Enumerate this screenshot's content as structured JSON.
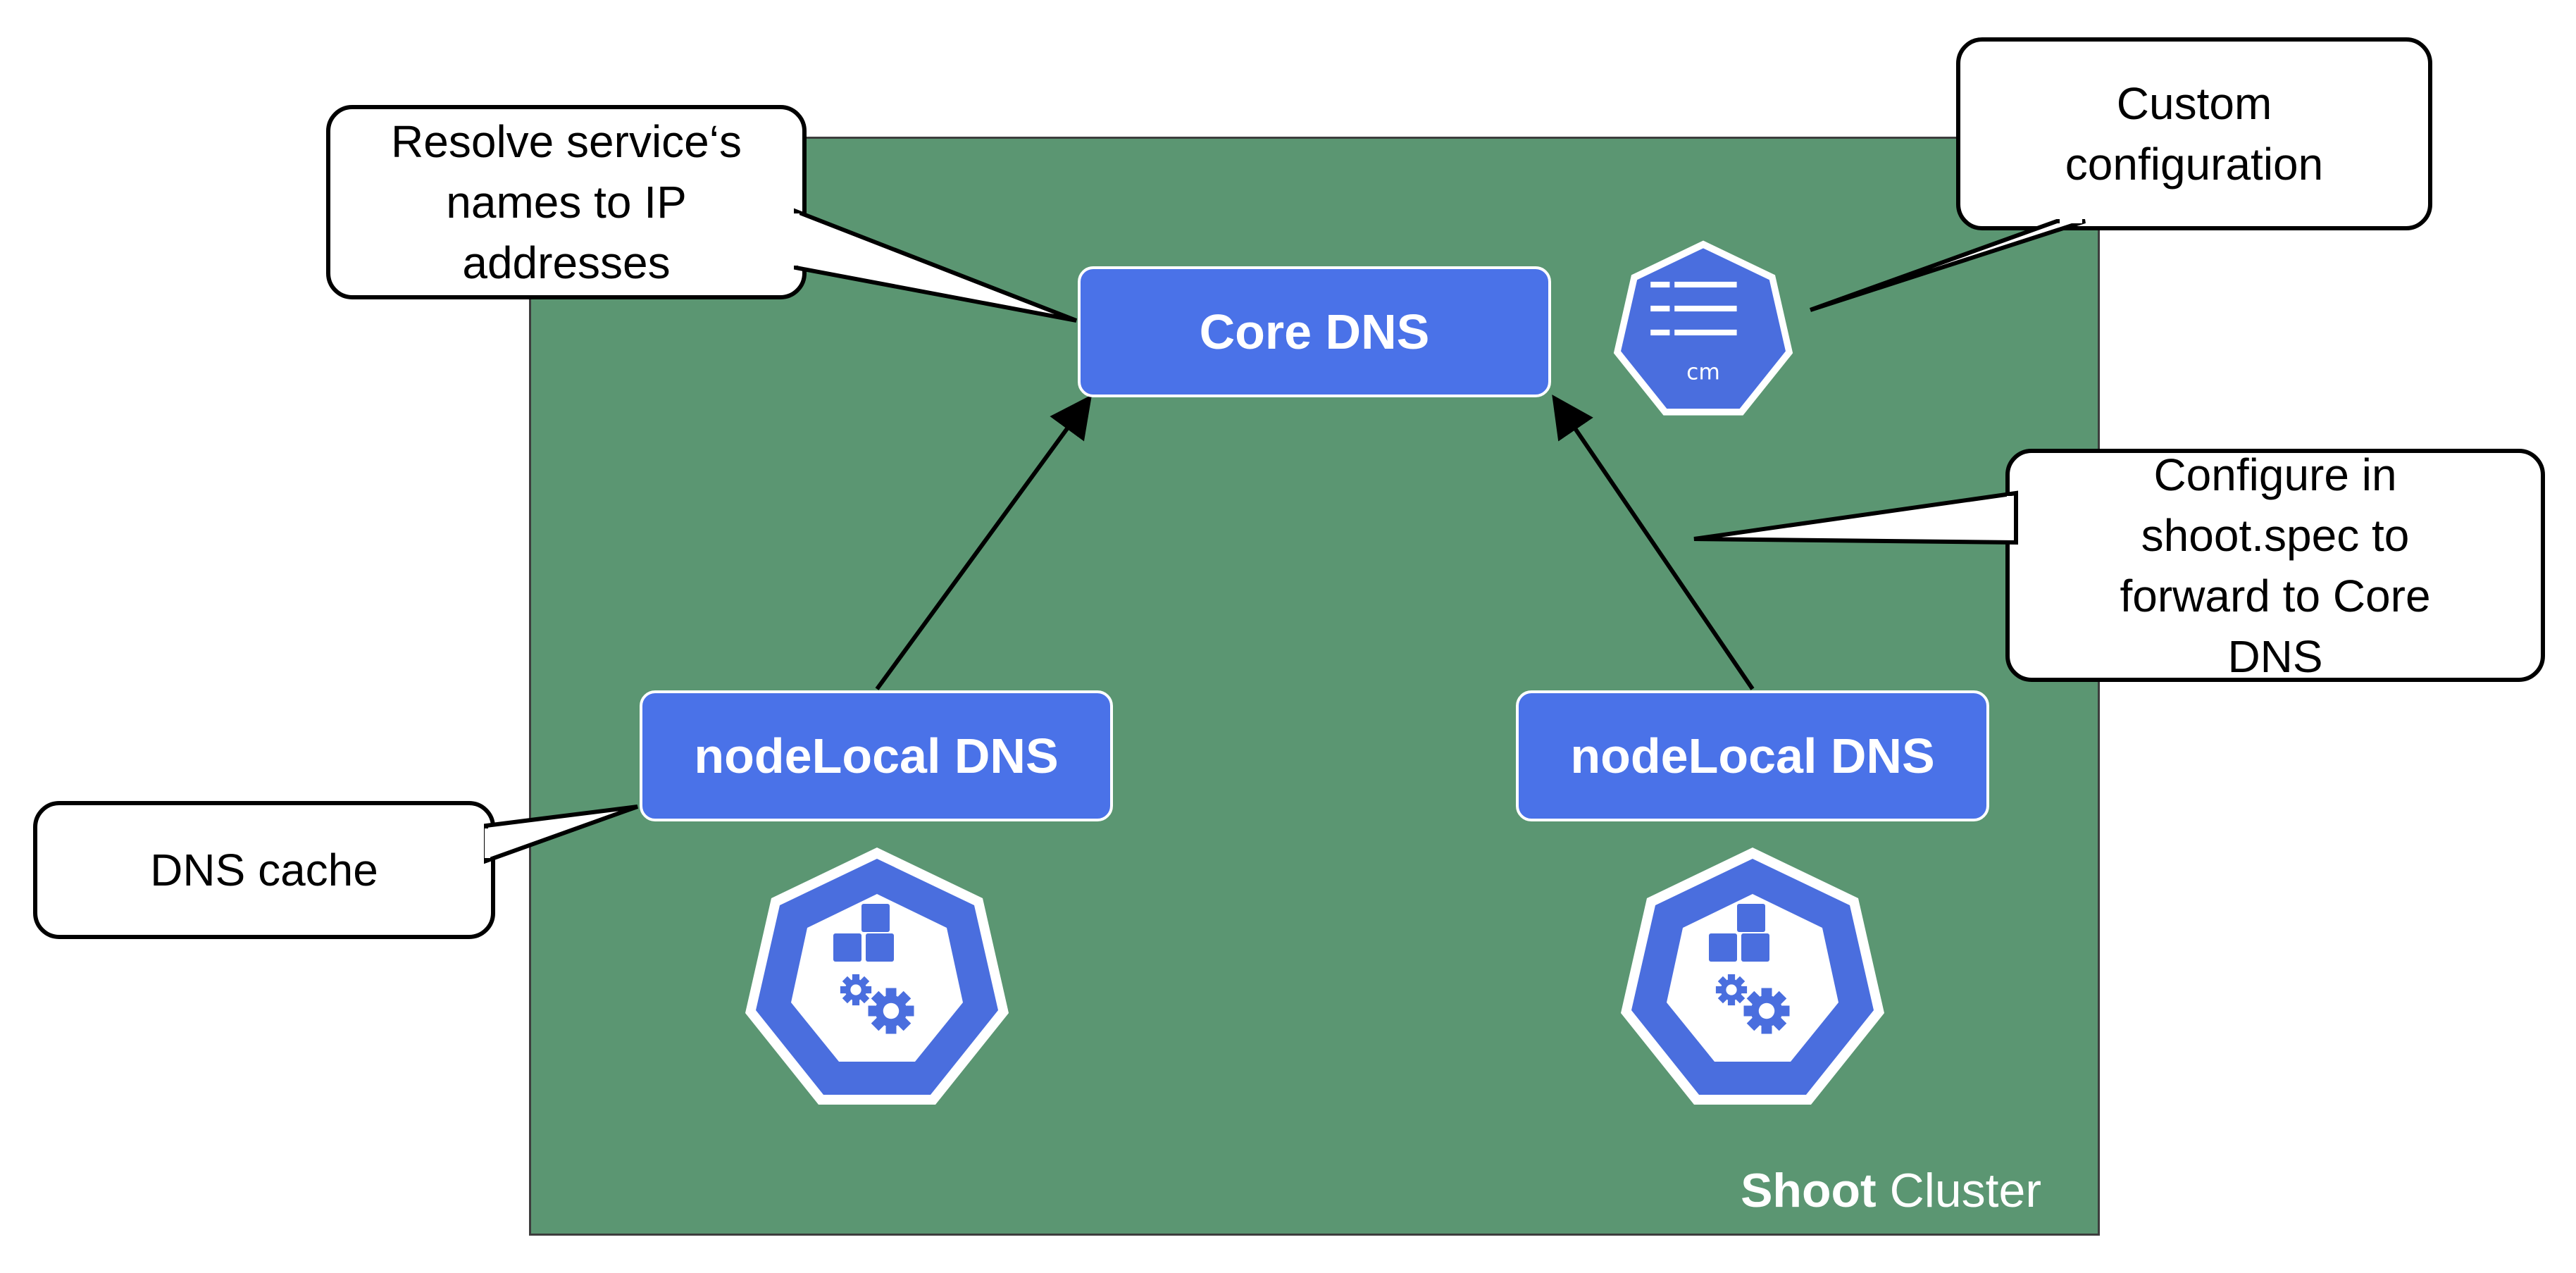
{
  "cluster": {
    "label_strong": "Shoot",
    "label_rest": "Cluster"
  },
  "nodes": {
    "core": "Core DNS",
    "nodelocal_left": "nodeLocal DNS",
    "nodelocal_right": "nodeLocal DNS"
  },
  "callouts": {
    "resolve": "Resolve service‘s names to IP addresses",
    "custom": "Custom configuration",
    "configure": "Configure in shoot.spec to forward to Core DNS",
    "cache": "DNS cache"
  },
  "icons": {
    "configmap": {
      "name": "configmap-icon",
      "label": "cm"
    },
    "pod_left": "kubernetes-pod-icon",
    "pod_right": "kubernetes-pod-icon"
  },
  "colors": {
    "cluster_bg": "#5b9672",
    "node_fill": "#4a72e8",
    "callout_fill": "#ffffff"
  }
}
